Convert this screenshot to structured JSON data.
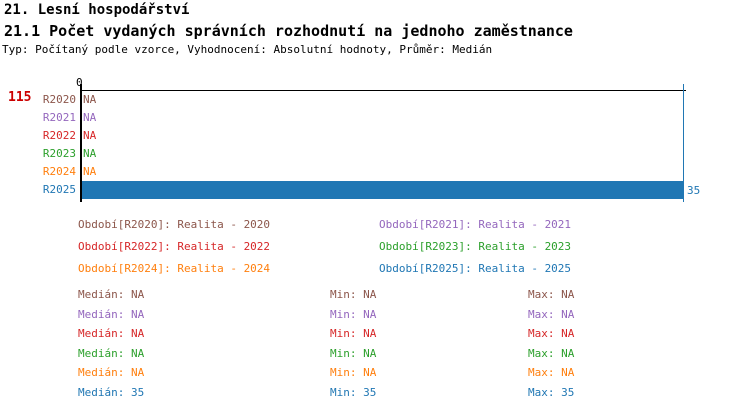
{
  "header": {
    "section_title": "21. Lesní hospodářství",
    "chart_title": "21.1 Počet vydaných správních rozhodnutí na jednoho zaměstnance",
    "meta": "Typ: Počítaný podle vzorce, Vyhodnocení: Absolutní hodnoty, Průměr: Medián"
  },
  "chart_data": {
    "type": "bar",
    "orientation": "horizontal",
    "title": "21.1 Počet vydaných správních rozhodnutí na jednoho zaměstnance",
    "xlabel": "",
    "ylabel": "",
    "xlim": [
      0,
      35
    ],
    "axis_origin_label": "0",
    "total_label": "115",
    "grid": false,
    "max_gridline_value": 35,
    "categories": [
      "R2020",
      "R2021",
      "R2022",
      "R2023",
      "R2024",
      "R2025"
    ],
    "values": [
      null,
      null,
      null,
      null,
      null,
      35
    ],
    "value_labels": [
      "NA",
      "NA",
      "NA",
      "NA",
      "NA",
      "35"
    ],
    "colors": [
      "#8C564B",
      "#9467BD",
      "#D62728",
      "#2CA02C",
      "#FF7F0E",
      "#2077B4"
    ],
    "rows": [
      {
        "label": "R2020",
        "value_label": "NA",
        "value": null,
        "color": "#8C564B"
      },
      {
        "label": "R2021",
        "value_label": "NA",
        "value": null,
        "color": "#9467BD"
      },
      {
        "label": "R2022",
        "value_label": "NA",
        "value": null,
        "color": "#D62728"
      },
      {
        "label": "R2023",
        "value_label": "NA",
        "value": null,
        "color": "#2CA02C"
      },
      {
        "label": "R2024",
        "value_label": "NA",
        "value": null,
        "color": "#FF7F0E"
      },
      {
        "label": "R2025",
        "value_label": "35",
        "value": 35,
        "color": "#2077B4"
      }
    ]
  },
  "legend": {
    "items": [
      {
        "text": "Období[R2020]: Realita - 2020",
        "color": "#8C564B"
      },
      {
        "text": "Období[R2021]: Realita - 2021",
        "color": "#9467BD"
      },
      {
        "text": "Období[R2022]: Realita - 2022",
        "color": "#D62728"
      },
      {
        "text": "Období[R2023]: Realita - 2023",
        "color": "#2CA02C"
      },
      {
        "text": "Období[R2024]: Realita - 2024",
        "color": "#FF7F0E"
      },
      {
        "text": "Období[R2025]: Realita - 2025",
        "color": "#2077B4"
      }
    ]
  },
  "stats": {
    "rows": [
      {
        "median": "Medián: NA",
        "min": "Min: NA",
        "max": "Max: NA",
        "color": "#8C564B"
      },
      {
        "median": "Medián: NA",
        "min": "Min: NA",
        "max": "Max: NA",
        "color": "#9467BD"
      },
      {
        "median": "Medián: NA",
        "min": "Min: NA",
        "max": "Max: NA",
        "color": "#D62728"
      },
      {
        "median": "Medián: NA",
        "min": "Min: NA",
        "max": "Max: NA",
        "color": "#2CA02C"
      },
      {
        "median": "Medián: NA",
        "min": "Min: NA",
        "max": "Max: NA",
        "color": "#FF7F0E"
      },
      {
        "median": "Medián: 35",
        "min": "Min: 35",
        "max": "Max: 35",
        "color": "#2077B4"
      }
    ]
  }
}
